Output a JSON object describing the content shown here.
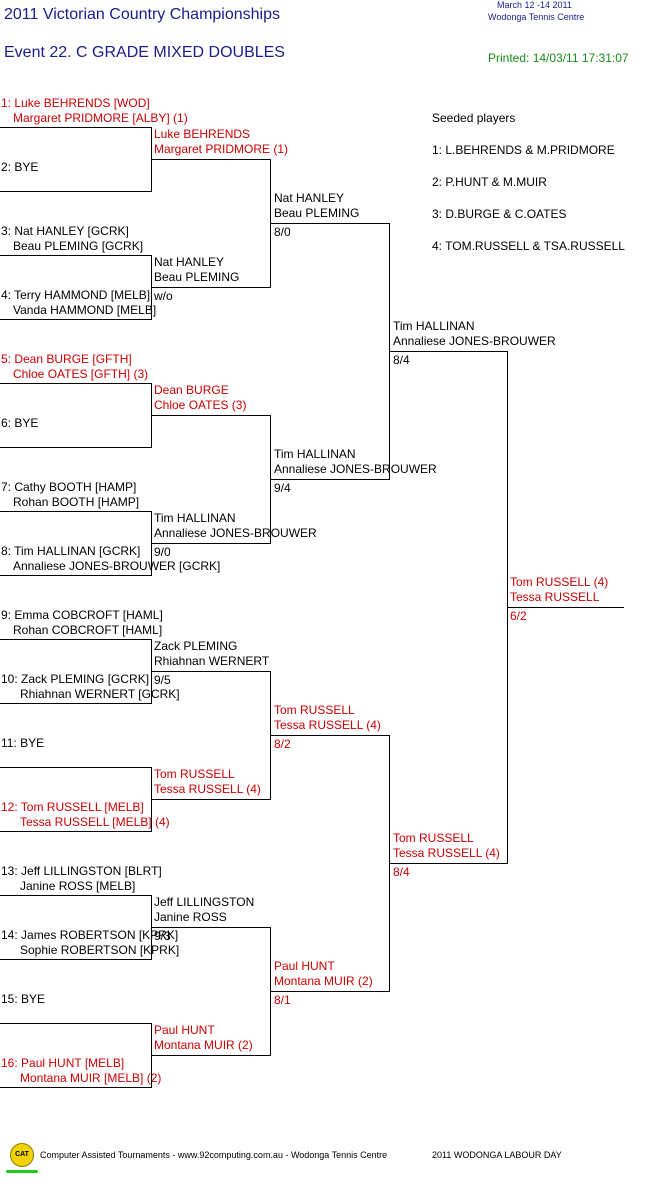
{
  "header": {
    "title": "2011 Victorian Country Championships",
    "dates": "March 12 -14 2011",
    "venue": "Wodonga Tennis Centre",
    "event": "Event 22. C GRADE MIXED DOUBLES",
    "printed": "Printed: 14/03/11 17:31:07"
  },
  "round1": [
    {
      "l1": "1: Luke BEHRENDS [WOD]",
      "l2": "Margaret PRIDMORE [ALBY] (1)"
    },
    {
      "l1": "2: BYE",
      "l2": ""
    },
    {
      "l1": "3: Nat HANLEY [GCRK]",
      "l2": "Beau PLEMING [GCRK]"
    },
    {
      "l1": "4: Terry HAMMOND [MELB]",
      "l2": "Vanda HAMMOND [MELB]"
    },
    {
      "l1": "5: Dean BURGE [GFTH]",
      "l2": "Chloe OATES [GFTH] (3)"
    },
    {
      "l1": "6: BYE",
      "l2": ""
    },
    {
      "l1": "7: Cathy BOOTH [HAMP]",
      "l2": "Rohan BOOTH [HAMP]"
    },
    {
      "l1": "8: Tim HALLINAN [GCRK]",
      "l2": "Annaliese JONES-BROUWER [GCRK]"
    },
    {
      "l1": "9: Emma COBCROFT [HAML]",
      "l2": "Rohan COBCROFT [HAML]"
    },
    {
      "l1": "10: Zack PLEMING [GCRK]",
      "l2": "Rhiahnan WERNERT [GCRK]"
    },
    {
      "l1": "11: BYE",
      "l2": ""
    },
    {
      "l1": "12: Tom RUSSELL [MELB]",
      "l2": "Tessa RUSSELL [MELB] (4)"
    },
    {
      "l1": "13: Jeff LILLINGSTON [BLRT]",
      "l2": "Janine ROSS [MELB]"
    },
    {
      "l1": "14: James ROBERTSON [KPRK]",
      "l2": "Sophie ROBERTSON [KPRK]"
    },
    {
      "l1": "15: BYE",
      "l2": ""
    },
    {
      "l1": "16: Paul HUNT [MELB]",
      "l2": "Montana MUIR [MELB] (2)"
    }
  ],
  "round2": [
    {
      "l1": "Luke BEHRENDS",
      "l2": "Margaret PRIDMORE (1)",
      "score": ""
    },
    {
      "l1": "Nat HANLEY",
      "l2": "Beau PLEMING",
      "score": "w/o"
    },
    {
      "l1": "Dean BURGE",
      "l2": "Chloe OATES (3)",
      "score": ""
    },
    {
      "l1": "Tim HALLINAN",
      "l2": "Annaliese JONES-BROUWER",
      "score": "9/0"
    },
    {
      "l1": "Zack PLEMING",
      "l2": "Rhiahnan WERNERT",
      "score": "9/5"
    },
    {
      "l1": "Tom RUSSELL",
      "l2": "Tessa RUSSELL (4)",
      "score": ""
    },
    {
      "l1": "Jeff LILLINGSTON",
      "l2": "Janine ROSS",
      "score": "9/3"
    },
    {
      "l1": "Paul HUNT",
      "l2": "Montana MUIR (2)",
      "score": ""
    }
  ],
  "round3": [
    {
      "l1": "Nat HANLEY",
      "l2": "Beau PLEMING",
      "score": "8/0"
    },
    {
      "l1": "Tim HALLINAN",
      "l2": "Annaliese JONES-BROUWER",
      "score": "9/4"
    },
    {
      "l1": "Tom RUSSELL",
      "l2": "Tessa RUSSELL (4)",
      "score": "8/2"
    },
    {
      "l1": "Paul HUNT",
      "l2": "Montana MUIR (2)",
      "score": "8/1"
    }
  ],
  "round4": [
    {
      "l1": "Tim HALLINAN",
      "l2": "Annaliese JONES-BROUWER",
      "score": "8/4"
    },
    {
      "l1": "Tom RUSSELL",
      "l2": "Tessa RUSSELL (4)",
      "score": "8/4"
    }
  ],
  "winner": {
    "l1": "Tom RUSSELL (4)",
    "l2": "Tessa RUSSELL",
    "score": "6/2"
  },
  "seeds": {
    "title": "Seeded players",
    "items": [
      "1: L.BEHRENDS & M.PRIDMORE",
      "2: P.HUNT & M.MUIR",
      "3: D.BURGE & C.OATES",
      "4: TOM.RUSSELL & TSA.RUSSELL"
    ]
  },
  "footer": {
    "logo": "CAT",
    "credits": "Computer Assisted Tournaments - www.92computing.com.au -  Wodonga Tennis Centre",
    "event": "2011 WODONGA LABOUR DAY"
  },
  "colors": {
    "seeded_text": "#cc0000",
    "header_text": "#1c1c8c",
    "printed_text": "#1a8a1a"
  }
}
